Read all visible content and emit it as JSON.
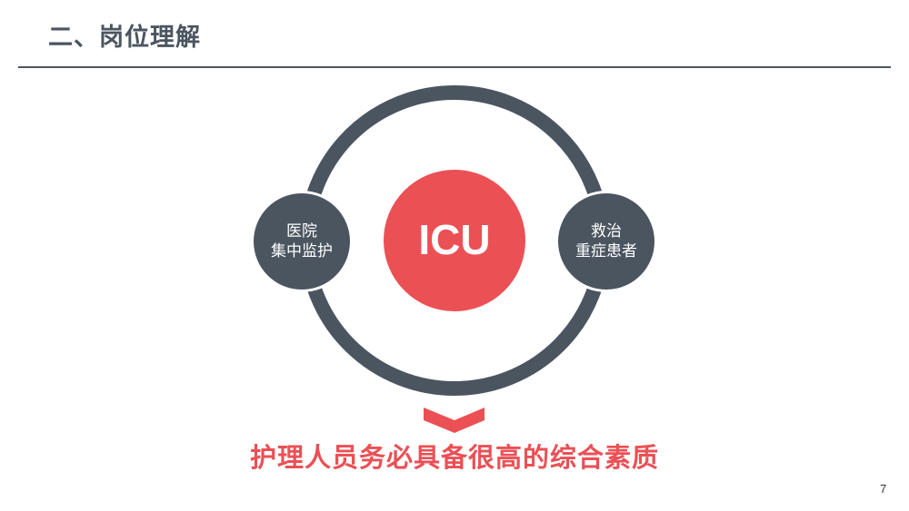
{
  "header": {
    "title": "二、岗位理解"
  },
  "diagram": {
    "center": {
      "label": "ICU",
      "color": "#eb5055"
    },
    "ring_color": "#4b5560",
    "left_node": {
      "line1": "医院",
      "line2": "集中监护",
      "color": "#4b5560"
    },
    "right_node": {
      "line1": "救治",
      "line2": "重症患者",
      "color": "#4b5560"
    },
    "arrow": {
      "icon": "chevron-down-icon",
      "color": "#eb5055"
    }
  },
  "conclusion": {
    "text": "护理人员务必具备很高的综合素质"
  },
  "footer": {
    "page_number": "7"
  }
}
